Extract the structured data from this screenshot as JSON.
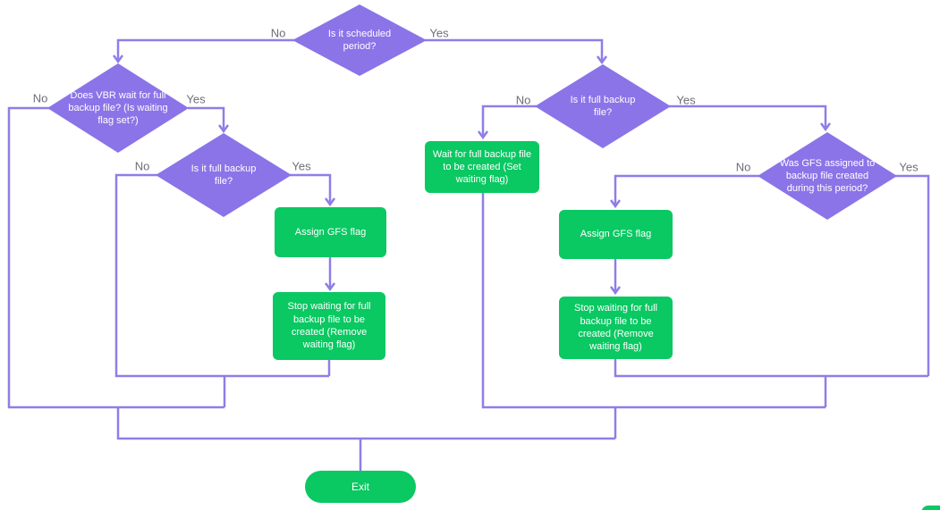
{
  "diagram": {
    "type": "flowchart",
    "colors": {
      "purple": "#8b74e8",
      "line": "#8f7ee7",
      "green": "#0ac862",
      "label_gray": "#6e6e78",
      "text_white": "#ffffff"
    },
    "nodes": {
      "root": {
        "type": "decision",
        "label": "Is it scheduled period?"
      },
      "vbr_wait": {
        "type": "decision",
        "label": "Does VBR wait for full backup file? (Is waiting flag set?)"
      },
      "full_left": {
        "type": "decision",
        "label": "Is it full backup file?"
      },
      "assign_left": {
        "type": "process",
        "label": "Assign GFS flag"
      },
      "stop_left": {
        "type": "process",
        "label": "Stop waiting for full backup file to be created (Remove waiting flag)"
      },
      "full_right": {
        "type": "decision",
        "label": "Is it full backup file?"
      },
      "wait_box": {
        "type": "process",
        "label": "Wait for full backup file to be created (Set waiting flag)"
      },
      "was_gfs": {
        "type": "decision",
        "label": "Was GFS assigned to backup file created during this period?"
      },
      "assign_right": {
        "type": "process",
        "label": "Assign GFS flag"
      },
      "stop_right": {
        "type": "process",
        "label": "Stop waiting for full backup file to be created (Remove waiting flag)"
      },
      "exit": {
        "type": "terminator",
        "label": "Exit"
      }
    },
    "branch_labels": {
      "no": "No",
      "yes": "Yes"
    }
  }
}
